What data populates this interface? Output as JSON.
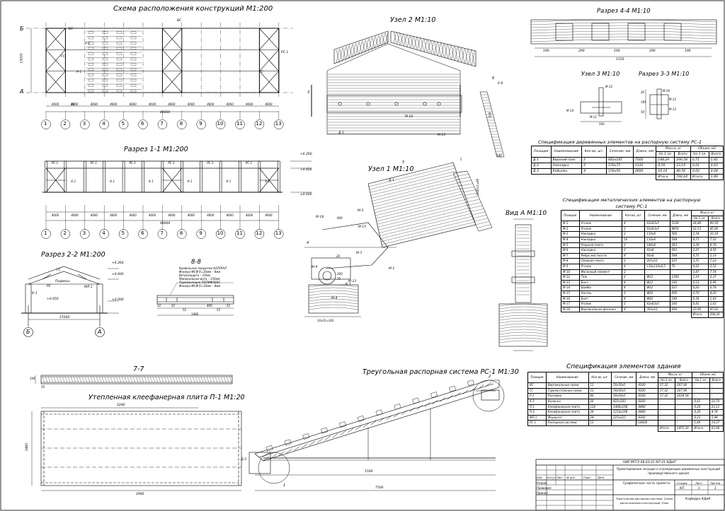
{
  "titles": {
    "plan": "Схема расположения конструкций М1:200",
    "section11": "Разрез 1-1 М1:200",
    "section22": "Разрез 2-2 М1:200",
    "section88": "8-8",
    "section77": "7-7",
    "panel": "Утепленная клеефанерная плита П-1 М1:20",
    "node2": "Узел 2 М1:10",
    "node1": "Узел 1 М1:10",
    "viewA": "Вид А М1:10",
    "section44": "Разрез 4-4 М1:10",
    "node3": "Узел 3 М1:10",
    "section33": "Разрез 3-3 М1:10",
    "truss": "Треугольная распорная система РС-1 М1:30"
  },
  "plan": {
    "axes_num": [
      "1",
      "2",
      "3",
      "4",
      "5",
      "6",
      "7",
      "8",
      "9",
      "10",
      "11",
      "12",
      "13"
    ],
    "axes_letter": [
      "Б",
      "А"
    ],
    "span_dims": [
      "4000",
      "4000",
      "4000",
      "4000",
      "4000",
      "4000",
      "4000",
      "4000",
      "4000",
      "4000",
      "4000",
      "4000"
    ],
    "total_dim": "48000",
    "height_dim": "15000",
    "labels": [
      "ВС",
      "ГС",
      "Р-1",
      "РС-1"
    ]
  },
  "section11": {
    "labels": [
      "РС-1",
      "ГС",
      "К-1",
      "Р-1"
    ],
    "levels": [
      "+6.260",
      "+0.600",
      "±0.000"
    ],
    "total_dim": "48000",
    "span_dims": [
      "4000",
      "4000",
      "4000",
      "4000",
      "4000",
      "4000",
      "4000",
      "4000",
      "4000",
      "4000",
      "4000",
      "4000"
    ]
  },
  "section22": {
    "labels": [
      "ГС",
      "Подвесы",
      "К-1",
      "МЛ-1",
      "РС"
    ],
    "levels": [
      "+6.260",
      "+0.600",
      "+0.050",
      "±0.000"
    ],
    "span": "15000",
    "axes": [
      "Б",
      "А"
    ]
  },
  "section88": {
    "layers": [
      "Кровельное покрытие КАТЕРАЛ",
      "Фанера ФСФ δ=10мм – 8мм",
      "Ветрозащита – 10мм",
      "Минеральная вата – 150мм",
      "Пароизоляция ПОЛИФЛЕКС",
      "Фанера ФСФ δ=10мм – 8мм"
    ],
    "dims": [
      "52",
      "52",
      "52",
      "406",
      "52",
      "52",
      "1480"
    ]
  },
  "panel": {
    "dims": [
      "2240",
      "1480",
      "2980",
      "194",
      "50"
    ]
  },
  "truss": {
    "dims": [
      "1500",
      "7500"
    ],
    "labels": [
      "1",
      "2",
      "Д-3"
    ]
  },
  "node1": {
    "labels": [
      "Д-1",
      "М-18",
      "М-3",
      "М-1",
      "М-13",
      "М-9",
      "М-7",
      "М-15",
      "М-4",
      "К-1",
      "5",
      "4"
    ],
    "dims": [
      "490",
      "2x45x1=90",
      "200",
      "75",
      "10x33=363",
      "5",
      "20"
    ]
  },
  "node2": {
    "labels": [
      "Д-1",
      "М-16",
      "М-15",
      "6",
      "6-6"
    ],
    "dims": [
      "3",
      "140",
      "620"
    ]
  },
  "section44": {
    "dims": [
      "190",
      "290",
      "190",
      "290",
      "190",
      "1520"
    ]
  },
  "node3": {
    "labels": [
      "М-12",
      "М-14",
      "М-11",
      "М-10",
      "М-12",
      "М-13"
    ],
    "dims": [
      "500",
      "20",
      "185",
      "50"
    ]
  },
  "spec_wood": {
    "title": "Спецификация деревянных элементов на распорную систему РС-1",
    "headers": [
      "Позиция",
      "Наименование",
      "Кол-во, шт.",
      "Сечение, мм",
      "Длина, мм",
      "Масса, кг",
      "Объем, м3"
    ],
    "subheaders": [
      "На 1 эл.",
      "Всего",
      "На 1 эл.",
      "Всего"
    ],
    "rows": [
      [
        "Д-1",
        "Верхний пояс",
        "2",
        "683x145",
        "7000",
        "148,29",
        "296,58",
        "0,71",
        "1,42"
      ],
      [
        "Д-2",
        "Накладка",
        "2",
        "150x75",
        "1120",
        "6,56",
        "13,19",
        "0,01",
        "0,03"
      ],
      [
        "Д-3",
        "Кобылка",
        "4",
        "150x50",
        "2600",
        "10,14",
        "40,56",
        "0,02",
        "0,04"
      ]
    ],
    "total_label": "Итого:",
    "total_mass": "790,24",
    "total_label2": "Итого:",
    "total_vol": "1,49"
  },
  "spec_metal": {
    "title": "Спецификация металлических элементов на распорную систему РС-1",
    "headers": [
      "Позиция",
      "Наименование",
      "Кол-во, шт.",
      "Сечение, мм",
      "Длина, мм",
      "Масса, кг"
    ],
    "subheaders": [
      "На 1 эл.",
      "Всего"
    ],
    "rows": [
      [
        "М-1",
        "Уголок",
        "4",
        "63x63x5",
        "5128",
        "24,88",
        "99,50"
      ],
      [
        "М-2",
        "Уголок",
        "2",
        "63x63x5",
        "4850",
        "22,53",
        "45,00"
      ],
      [
        "М-3",
        "Накладка",
        "2",
        "110x6",
        "500",
        "2,54",
        "10,16"
      ],
      [
        "М-4",
        "Накладка",
        "10",
        "110x6",
        "548",
        "0,75",
        "7,52"
      ],
      [
        "М-5",
        "Упорная плита",
        "2",
        "140x6",
        "393",
        "3,39",
        "6,78"
      ],
      [
        "М-6",
        "Накладка",
        "2",
        "93x8",
        "393",
        "2,25",
        "4,50"
      ],
      [
        "М-7",
        "Ребро жесткости",
        "4",
        "60x8",
        "548",
        "0,55",
        "2,19"
      ],
      [
        "М-8",
        "Опорная плита",
        "2",
        "205x10",
        "225",
        "3,55",
        "7,10"
      ],
      [
        "М-9",
        "Уголок",
        "4",
        "110x110x6,5",
        "70",
        "0,62",
        "2,52"
      ],
      [
        "М-10",
        "Фасонный элемент",
        "2",
        "-",
        "-",
        "3,87",
        "7,74"
      ],
      [
        "М-12",
        "Тяж",
        "2",
        "Ф12",
        "1360",
        "1,19",
        "2,37"
      ],
      [
        "М-13",
        "Болт",
        "4",
        "Ф12",
        "140",
        "0,12",
        "0,49"
      ],
      [
        "М-14",
        "Шайба",
        "4",
        "Ф12",
        "225",
        "0,20",
        "0,78"
      ],
      [
        "М-15",
        "Нагель",
        "6",
        "Ф20",
        "290",
        "0,70",
        "4,20"
      ],
      [
        "М-16",
        "Болт",
        "4",
        "Ф20",
        "140",
        "0,36",
        "1,43"
      ],
      [
        "М-17",
        "Уголок",
        "2",
        "63x63x5",
        "160",
        "0,81",
        "1,63"
      ],
      [
        "М-18",
        "Вертикальная фасонка",
        "4",
        "393x10",
        "290",
        "23,90",
        "95,62"
      ]
    ],
    "total_label": "Итого:",
    "total_mass": "296,29"
  },
  "spec_building": {
    "title": "Спецификация элементов здания",
    "headers": [
      "Позиция",
      "Наименование",
      "Кол-во, шт.",
      "Сечение, мм",
      "Длина, мм",
      "Масса, кг",
      "Объем, м3"
    ],
    "subheaders": [
      "На 1 эл.",
      "Всего",
      "На 1 эл.",
      "Всего"
    ],
    "rows": [
      [
        "ВС",
        "Вертикальные связи",
        "12",
        "50x50x5",
        "4300",
        "17,32",
        "207,90",
        "-",
        "-"
      ],
      [
        "ГС",
        "Горизонтальные связи",
        "12",
        "50x50x5",
        "4300",
        "17,32",
        "207,90",
        "-",
        "-"
      ],
      [
        "Р-1",
        "Распорка",
        "60",
        "50x50x5",
        "4300",
        "17,32",
        "1039,54",
        "-",
        "-"
      ],
      [
        "К-1",
        "Колонна",
        "26",
        "421x160",
        "6000",
        "-",
        "-",
        "0,41",
        "10,70"
      ],
      [
        "П-1",
        "Клеефанерная плита",
        "120",
        "1480x168",
        "4480",
        "-",
        "-",
        "0,20",
        "23,11"
      ],
      [
        "П-2",
        "Клеефанерная плита",
        "24",
        "1210x168",
        "4480",
        "-",
        "-",
        "0,20",
        "4,74"
      ],
      [
        "МЛ-1",
        "Мауэрлат",
        "24",
        "225x225",
        "4300",
        "-",
        "-",
        "0,23",
        "5,44"
      ],
      [
        "РС-1",
        "Распорная система",
        "13",
        "-",
        "14600",
        "-",
        "-",
        "1,49",
        "19,37"
      ]
    ],
    "total_label": "Итого:",
    "total_mass": "1455,30",
    "total_label2": "Итого:",
    "total_vol": "63,98"
  },
  "stamp": {
    "code": "НИУ МГСУ 08.03.01 КП-21 КДиП",
    "project_title": "Проектирование несущих и ограждающих деревянных конструкций производственного здания",
    "row_headers": [
      "Изм.",
      "Кол.уч.",
      "Лист",
      "№ док.",
      "Подп.",
      "Дата"
    ],
    "roles": [
      "Разраб.",
      "Проверил",
      "Принял"
    ],
    "part": "Графическая часть проекта",
    "stage_h": "Стадия",
    "sheet_h": "Лист",
    "sheets_h": "Листов",
    "stage": "КП",
    "sheet": "1",
    "sheets": "1",
    "sheet_content": "Треугольная распорная система, Схема расположения конструкций, Узлы",
    "org": "Кафедра КДиК"
  }
}
